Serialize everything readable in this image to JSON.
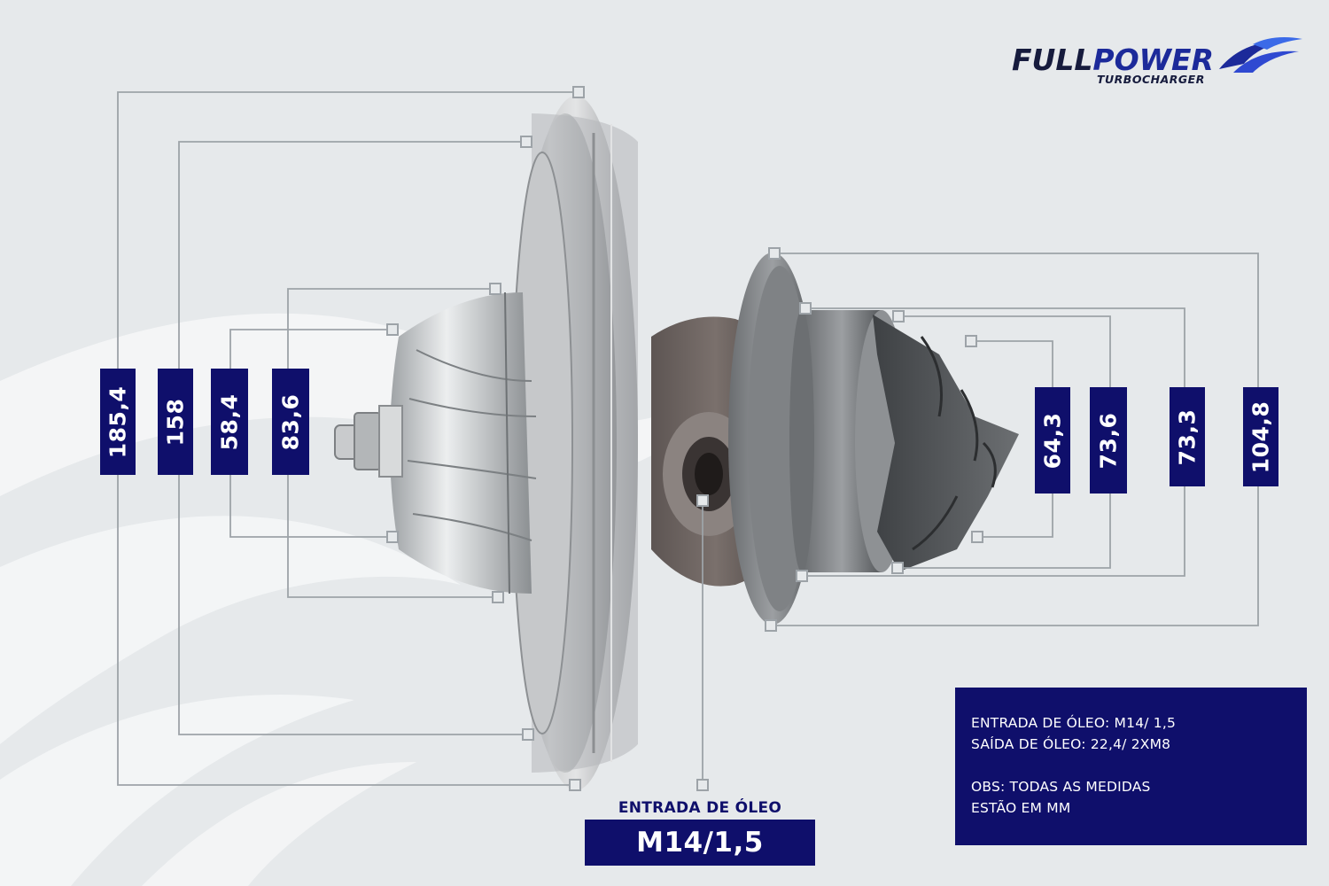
{
  "brand": {
    "name_part1": "FULL",
    "name_part2": "POWER",
    "subtitle": "TURBOCHARGER",
    "colors": {
      "dark": "#161b3d",
      "blue": "#1c2a9a"
    },
    "icon": "wing-swoosh-icon"
  },
  "dimensions": {
    "compressor": [
      {
        "id": "compressor-backplate-diameter",
        "value": "185,4"
      },
      {
        "id": "compressor-housing-bore",
        "value": "158"
      },
      {
        "id": "compressor-wheel-inducer",
        "value": "58,4"
      },
      {
        "id": "compressor-wheel-exducer",
        "value": "83,6"
      }
    ],
    "turbine": [
      {
        "id": "turbine-wheel-exducer",
        "value": "64,3"
      },
      {
        "id": "turbine-wheel-inducer",
        "value": "73,6"
      },
      {
        "id": "turbine-shroud",
        "value": "73,3"
      },
      {
        "id": "turbine-flange-diameter",
        "value": "104,8"
      }
    ]
  },
  "oil_inlet": {
    "label": "ENTRADA DE ÓLEO",
    "value": "M14/1,5"
  },
  "info": {
    "line1": "ENTRADA DE ÓLEO: M14/ 1,5",
    "line2": "SAÍDA DE ÓLEO: 22,4/ 2XM8",
    "line3": "OBS: TODAS AS MEDIDAS",
    "line4": "ESTÃO EM MM"
  },
  "colors": {
    "background": "#e6e9eb",
    "label_box": "#0f0f6b",
    "leader_line": "#9da3a8",
    "metal_light": "#c9cbcd",
    "metal_dark": "#5b5e61"
  }
}
